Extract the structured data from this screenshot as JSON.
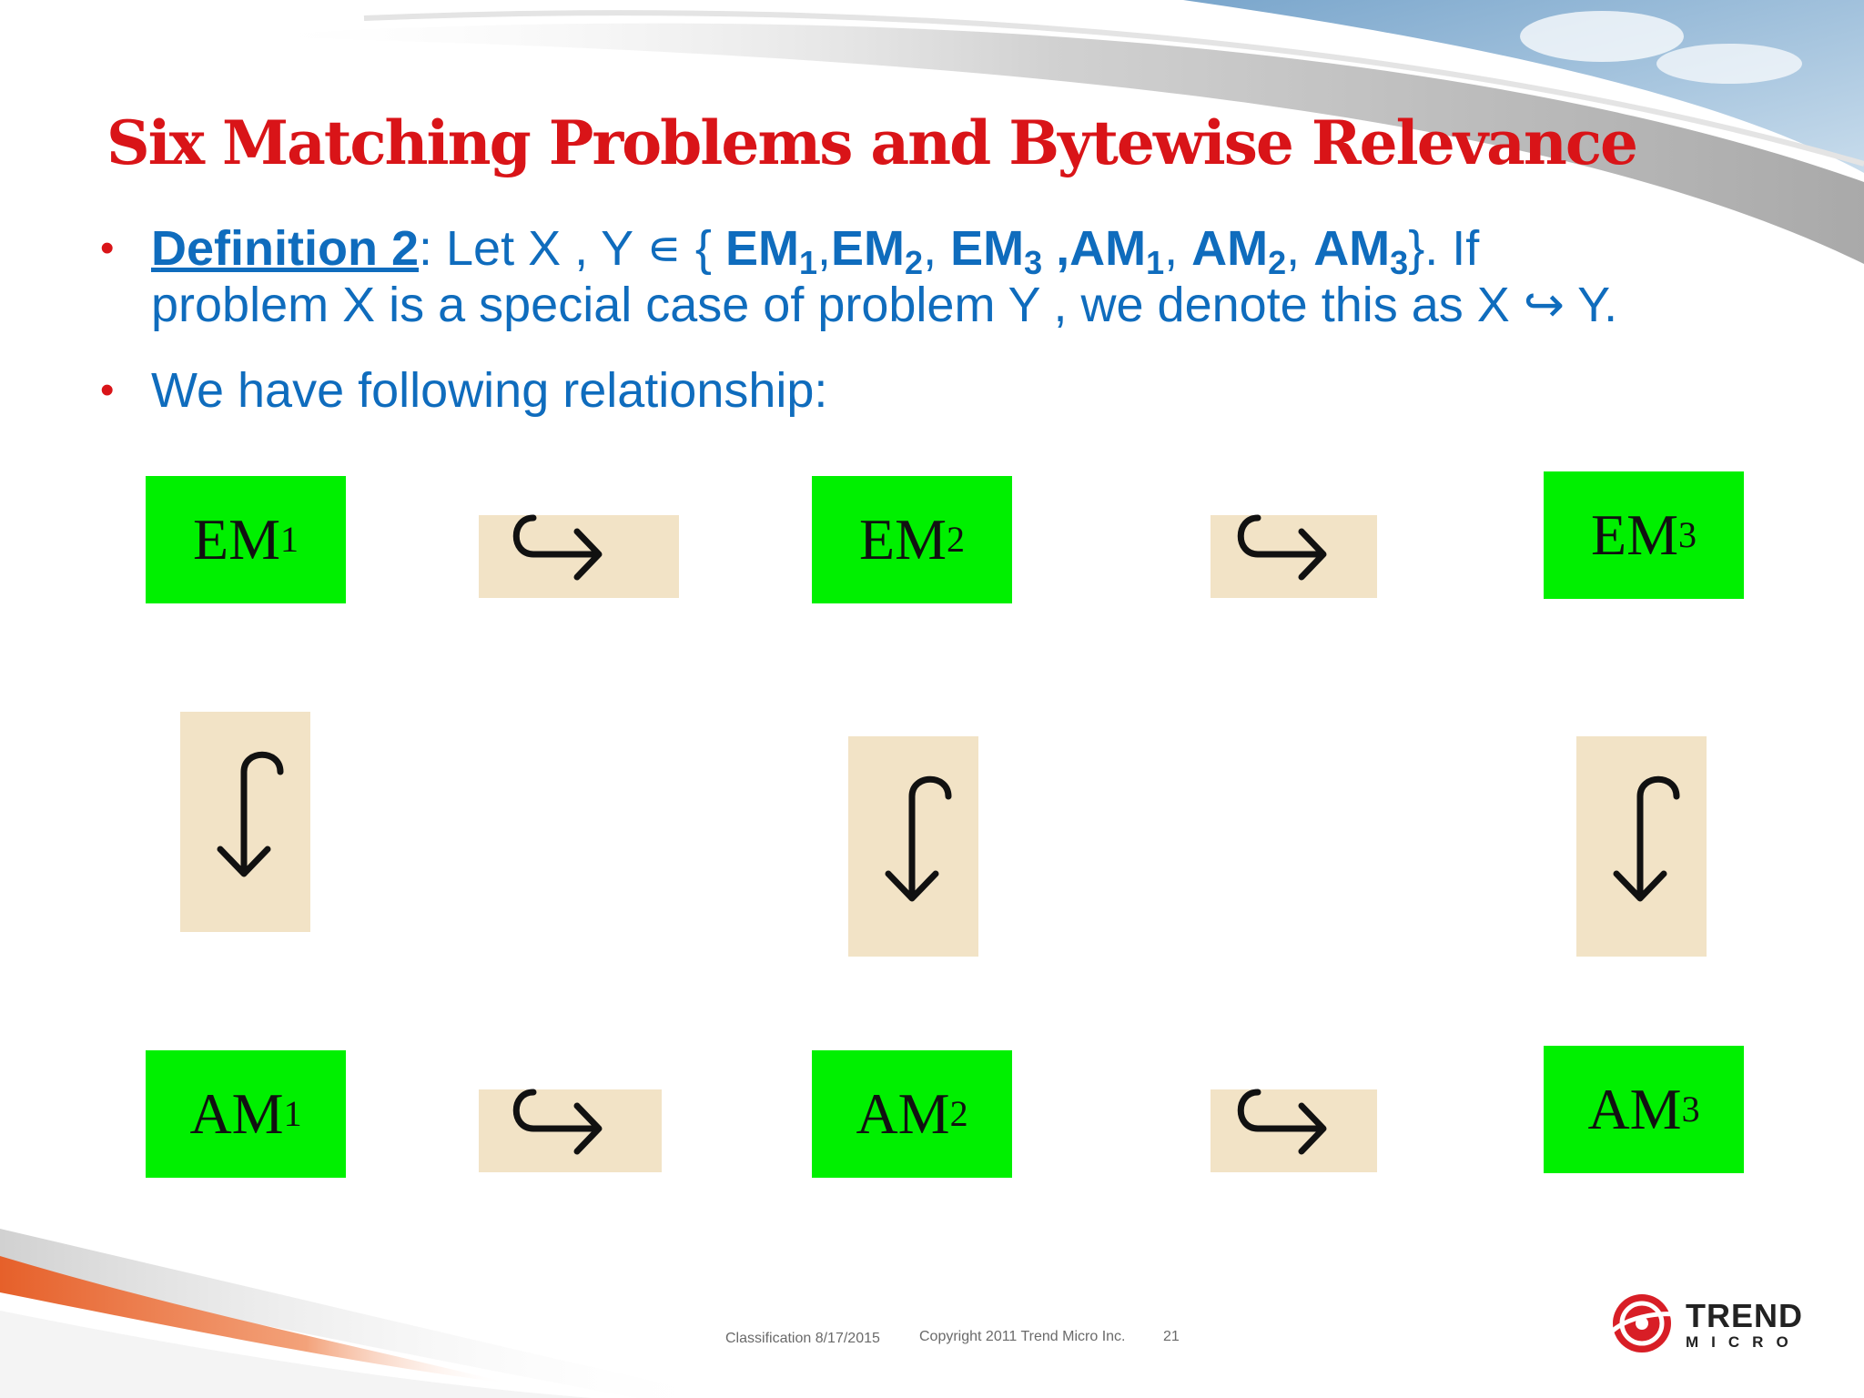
{
  "title": "Six Matching Problems  and Bytewise Relevance",
  "bullet1": {
    "term": "Definition 2",
    "after_term": ": Let  X , Y ∊ { ",
    "items": [
      {
        "base": "EM",
        "sub": "1",
        "sep": ","
      },
      {
        "base": "EM",
        "sub": "2",
        "sep": ", "
      },
      {
        "base": "EM",
        "sub": "3",
        "sep": " ,"
      },
      {
        "base": "AM",
        "sub": "1",
        "sep": ", "
      },
      {
        "base": "AM",
        "sub": "2",
        "sep": ", "
      },
      {
        "base": "AM",
        "sub": "3",
        "sep": ""
      }
    ],
    "close": "}.  If",
    "line2": "problem X is a special case of problem Y , we denote this as X ↪ Y."
  },
  "bullet2": "We have following relationship:",
  "boxes": {
    "em1": {
      "base": "EM",
      "sub": "1"
    },
    "em2": {
      "base": "EM",
      "sub": "2"
    },
    "em3": {
      "base": "EM",
      "sub": "3"
    },
    "am1": {
      "base": "AM",
      "sub": "1"
    },
    "am2": {
      "base": "AM",
      "sub": "2"
    },
    "am3": {
      "base": "AM",
      "sub": "3"
    }
  },
  "footer": {
    "classification": "Classification 8/17/2015",
    "copyright": "Copyright 2011   Trend Micro Inc.",
    "page": "21"
  },
  "logo": {
    "line1": "TREND",
    "line2": "MICRO"
  },
  "colors": {
    "title": "#d91418",
    "text": "#0f6cbd",
    "box": "#00f000",
    "arrow_bg": "#f2e3c6"
  }
}
